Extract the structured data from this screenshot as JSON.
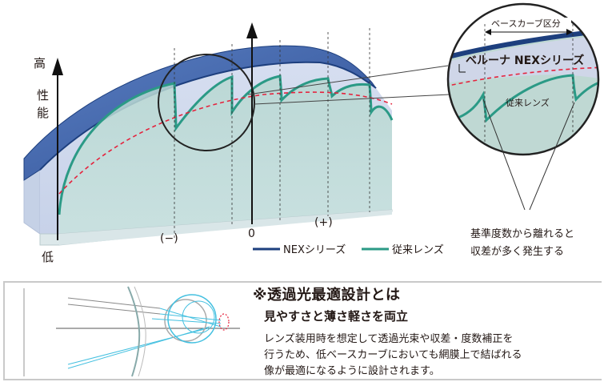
{
  "diagram": {
    "y_axis": {
      "high": "高",
      "performance_1": "性",
      "performance_2": "能",
      "low": "低"
    },
    "x_axis": {
      "minus": "(−)",
      "zero": "0",
      "plus": "(+)"
    },
    "legend": {
      "nex": "NEXシリーズ",
      "conventional": "従来レンズ"
    },
    "zoom": {
      "base_curve_division": "ベースカーブ区分",
      "nex_label": "ベルーナ NEXシリーズ",
      "conventional_label": "従来レンズ"
    },
    "annotation": {
      "line1": "基準度数から離れると",
      "line2": "収差が多く発生する"
    },
    "colors": {
      "nex_band": "#3f63a8",
      "nex_line": "#1d3f7e",
      "conventional": "#2b9a86",
      "dashed": "#e5233d"
    }
  },
  "note": {
    "title": "※透過光最適設計とは",
    "subtitle": "見やすさと薄さ軽さを両立",
    "body": [
      "レンズ装用時を想定して透過光束や収差・度数補正を",
      "行うため、低ベースカーブにおいても網膜上で結ばれる",
      "像が最適になるように設計されます。"
    ]
  }
}
